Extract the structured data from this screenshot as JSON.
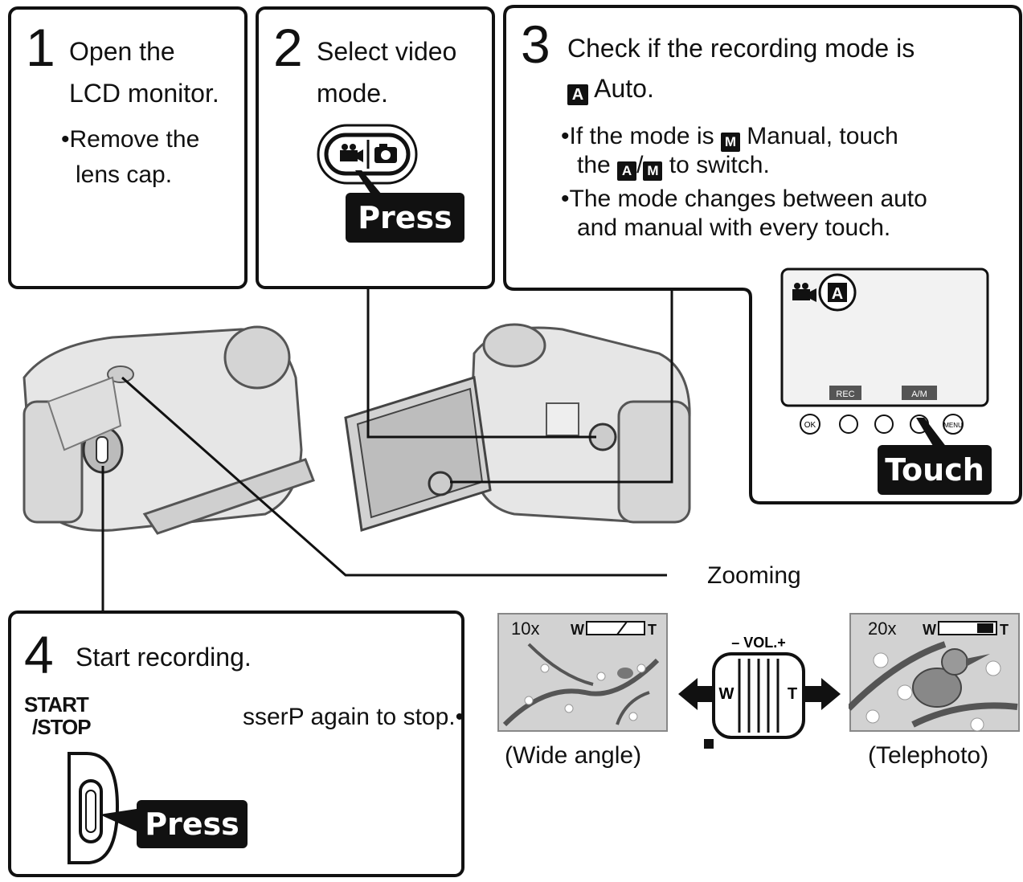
{
  "step1": {
    "number": "1",
    "title_line1": "Open the",
    "title_line2": "LCD monitor.",
    "bullet_line1": "Remove the",
    "bullet_line2": "lens cap."
  },
  "step2": {
    "number": "2",
    "title_line1": "Select video",
    "title_line2": "mode.",
    "badge": "Press"
  },
  "step3": {
    "number": "3",
    "title_line1": "Check if the recording mode is",
    "auto_icon": "A",
    "title_line2": "Auto.",
    "bullet1_line1_a": "If the mode is",
    "manual_icon": "M",
    "bullet1_line1_b": "Manual, touch",
    "bullet1_line2_a": "the",
    "bullet1_line2_b": "to switch.",
    "bullet2_line1": "The mode changes between auto",
    "bullet2_line2": "and manual with every  touch.",
    "screen_rec": "REC",
    "screen_am": "A/M",
    "button_ok": "OK",
    "button_menu": "MENU",
    "badge": "Touch"
  },
  "step4": {
    "number": "4",
    "title": "Start recording.",
    "button_label_line1": "START",
    "button_label_line2": "/STOP",
    "note": "sserP again to stop.",
    "badge": "Press"
  },
  "zoom": {
    "label": "Zooming",
    "wide_zoom": "10x",
    "tele_zoom": "20x",
    "scale_w": "W",
    "scale_t": "T",
    "lever_label": "– VOL.+",
    "lever_w": "W",
    "lever_t": "T",
    "wide_caption": "(Wide angle)",
    "tele_caption": "(Telephoto)"
  }
}
